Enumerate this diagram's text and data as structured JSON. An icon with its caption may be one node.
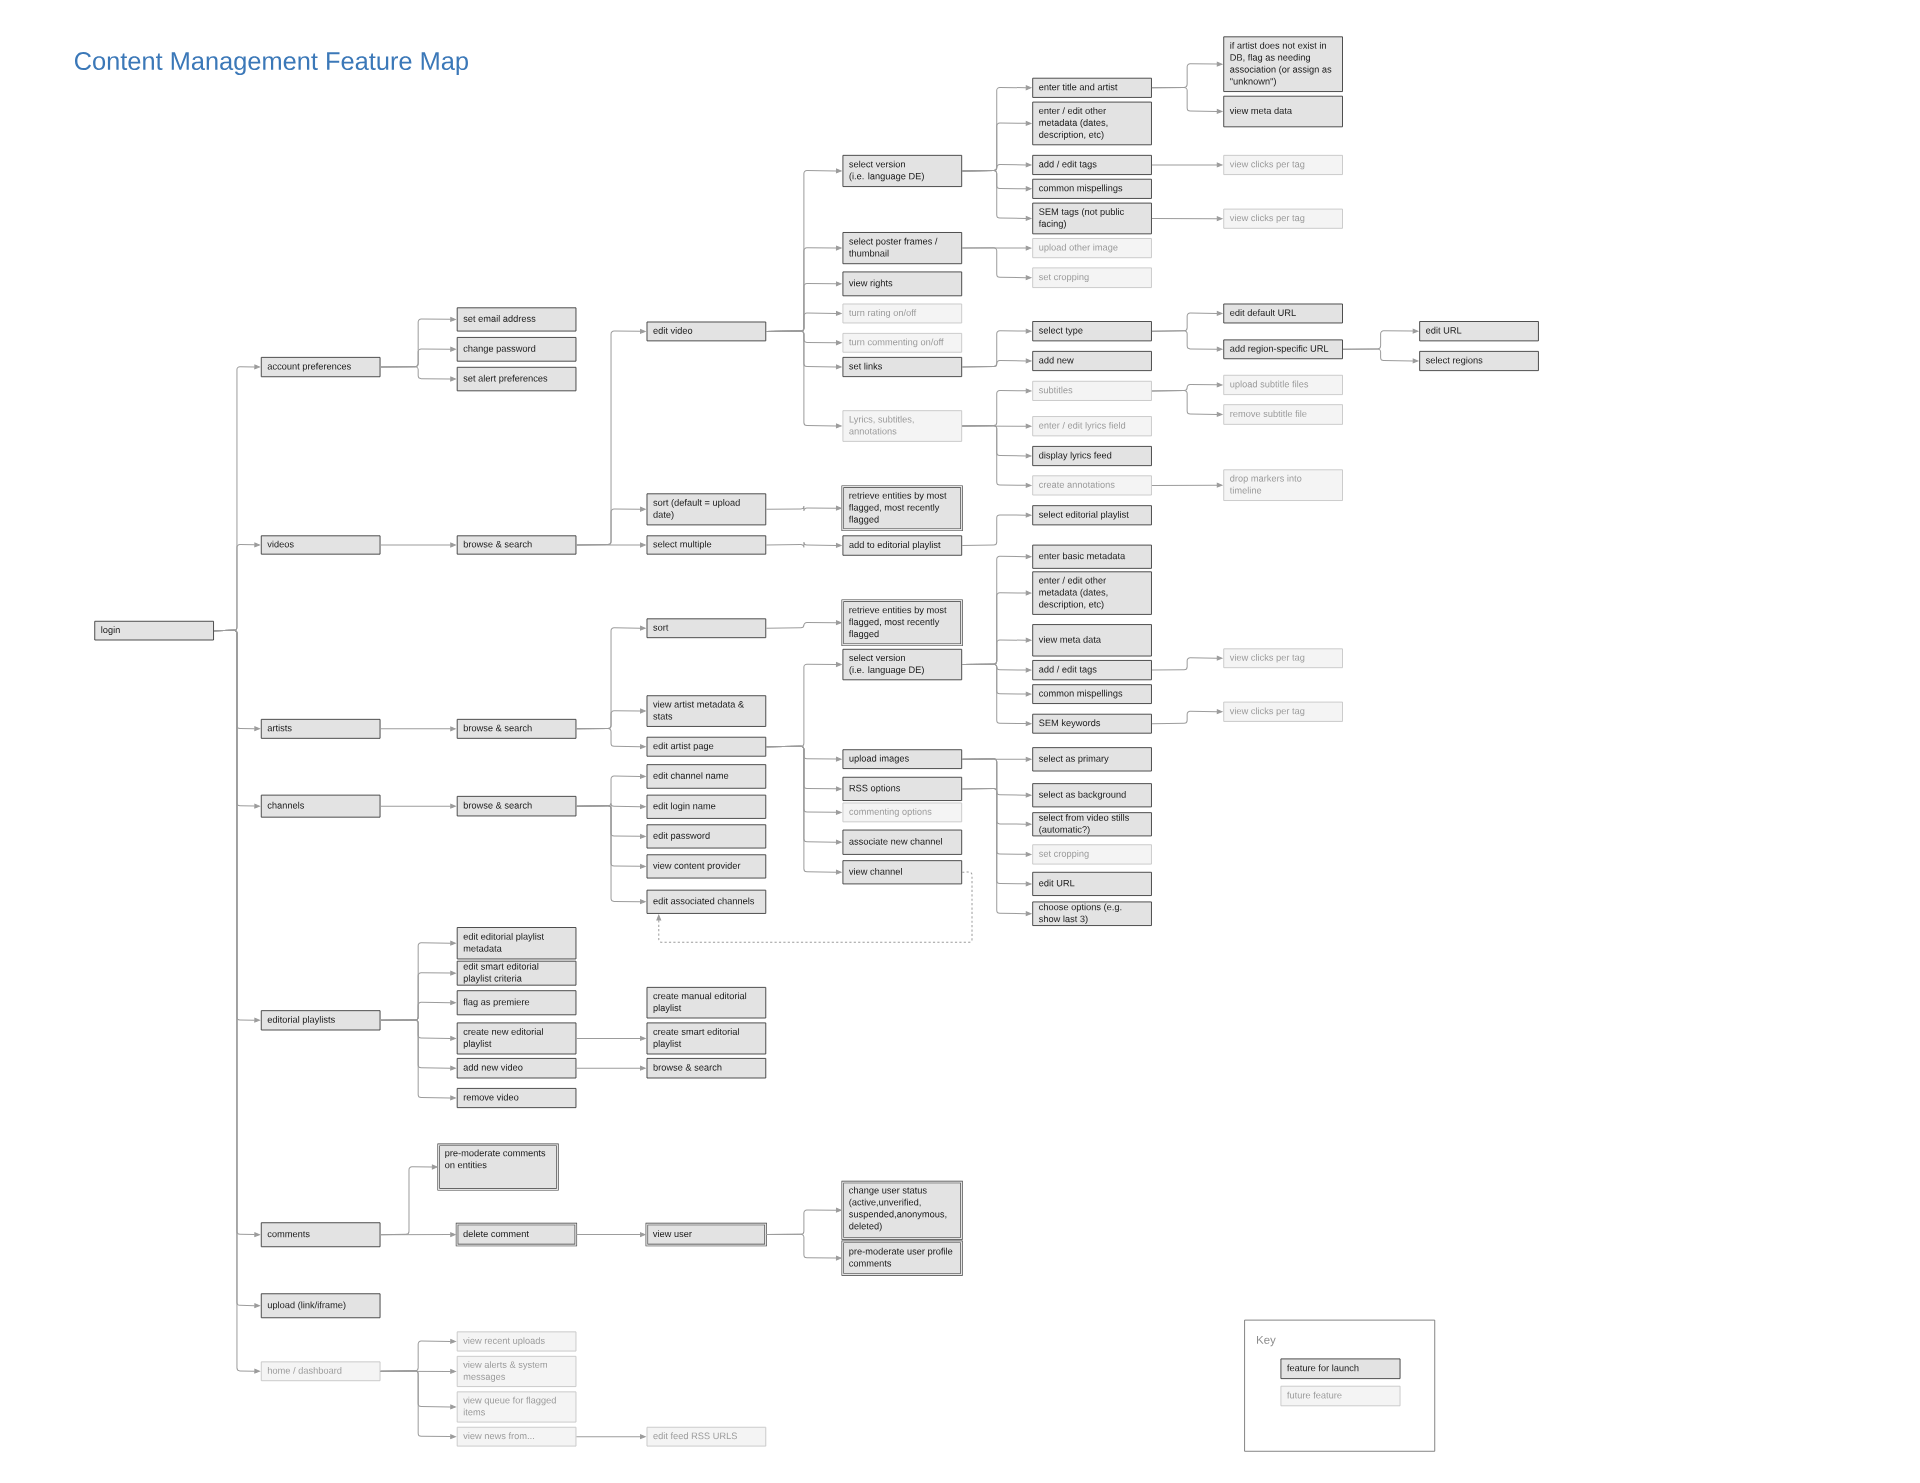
{
  "diagram": {
    "title": "Content Management Feature Map",
    "nodes": [
      {
        "text": [
          "login"
        ]
      },
      {
        "text": [
          "account preferences"
        ]
      },
      {
        "text": [
          "set email address"
        ]
      },
      {
        "text": [
          "change password"
        ]
      },
      {
        "text": [
          "set alert preferences"
        ]
      },
      {
        "text": [
          "videos"
        ]
      },
      {
        "text": [
          "browse & search"
        ]
      },
      {
        "text": [
          "edit video"
        ]
      },
      {
        "text": [
          "select version",
          "(i.e. language DE)"
        ]
      },
      {
        "text": [
          "enter title and artist"
        ]
      },
      {
        "text": [
          "if artist does not exist in DB, flag as needing association (or assign as \"unknown\")"
        ]
      },
      {
        "text": [
          "view meta data"
        ]
      },
      {
        "text": [
          "enter / edit other metadata (dates, description, etc)"
        ]
      },
      {
        "text": [
          "add / edit tags"
        ]
      },
      {
        "text": [
          "view clicks per tag"
        ]
      },
      {
        "text": [
          "common mispellings"
        ]
      },
      {
        "text": [
          "SEM tags (not public facing)"
        ]
      },
      {
        "text": [
          "view clicks per tag"
        ]
      },
      {
        "text": [
          "select poster frames / thumbnail"
        ]
      },
      {
        "text": [
          "upload other image"
        ]
      },
      {
        "text": [
          "set cropping"
        ]
      },
      {
        "text": [
          "view rights"
        ]
      },
      {
        "text": [
          "turn rating on/off"
        ]
      },
      {
        "text": [
          "turn commenting on/off"
        ]
      },
      {
        "text": [
          "set links"
        ]
      },
      {
        "text": [
          "select type"
        ]
      },
      {
        "text": [
          "edit default URL"
        ]
      },
      {
        "text": [
          "add region-specific URL"
        ]
      },
      {
        "text": [
          "edit URL"
        ]
      },
      {
        "text": [
          "select regions"
        ]
      },
      {
        "text": [
          "add new"
        ]
      },
      {
        "text": [
          "Lyrics, subtitles, annotations"
        ]
      },
      {
        "text": [
          "subtitles"
        ]
      },
      {
        "text": [
          "upload subtitle files"
        ]
      },
      {
        "text": [
          "remove subtitle file"
        ]
      },
      {
        "text": [
          "enter / edit lyrics field"
        ]
      },
      {
        "text": [
          "display lyrics feed"
        ]
      },
      {
        "text": [
          "create annotations"
        ]
      },
      {
        "text": [
          "drop markers into timeline"
        ]
      },
      {
        "text": [
          "sort (default = upload date)"
        ]
      },
      {
        "text": [
          "retrieve entities by most flagged, most recently flagged"
        ]
      },
      {
        "text": [
          "select multiple"
        ]
      },
      {
        "text": [
          "add to editorial playlist"
        ]
      },
      {
        "text": [
          "select editorial playlist"
        ]
      },
      {
        "text": [
          "artists"
        ]
      },
      {
        "text": [
          "browse & search"
        ]
      },
      {
        "text": [
          "sort"
        ]
      },
      {
        "text": [
          "retrieve entities by most flagged, most recently flagged"
        ]
      },
      {
        "text": [
          "view artist metadata & stats"
        ]
      },
      {
        "text": [
          "edit artist page"
        ]
      },
      {
        "text": [
          "select version",
          "(i.e. language DE)"
        ]
      },
      {
        "text": [
          "enter basic metadata"
        ]
      },
      {
        "text": [
          "enter / edit other metadata (dates, description, etc)"
        ]
      },
      {
        "text": [
          "view meta data"
        ]
      },
      {
        "text": [
          "add / edit tags"
        ]
      },
      {
        "text": [
          "view clicks per tag"
        ]
      },
      {
        "text": [
          "common mispellings"
        ]
      },
      {
        "text": [
          "view clicks per tag"
        ]
      },
      {
        "text": [
          "SEM keywords"
        ]
      },
      {
        "text": [
          "upload images"
        ]
      },
      {
        "text": [
          "select as primary"
        ]
      },
      {
        "text": [
          "select as background"
        ]
      },
      {
        "text": [
          "select from video stills (automatic?)"
        ]
      },
      {
        "text": [
          "set cropping"
        ]
      },
      {
        "text": [
          "RSS options"
        ]
      },
      {
        "text": [
          "edit URL"
        ]
      },
      {
        "text": [
          "choose options (e.g. show last 3)"
        ]
      },
      {
        "text": [
          "commenting options"
        ]
      },
      {
        "text": [
          "associate new channel"
        ]
      },
      {
        "text": [
          "view channel"
        ]
      },
      {
        "text": [
          "channels"
        ]
      },
      {
        "text": [
          "browse & search"
        ]
      },
      {
        "text": [
          "edit channel name"
        ]
      },
      {
        "text": [
          "edit login name"
        ]
      },
      {
        "text": [
          "edit password"
        ]
      },
      {
        "text": [
          "view content provider"
        ]
      },
      {
        "text": [
          "edit associated channels"
        ]
      },
      {
        "text": [
          "editorial playlists"
        ]
      },
      {
        "text": [
          "edit editorial playlist metadata"
        ]
      },
      {
        "text": [
          "edit smart editorial playlist criteria"
        ]
      },
      {
        "text": [
          "flag as premiere"
        ]
      },
      {
        "text": [
          "create new editorial playlist"
        ]
      },
      {
        "text": [
          "create manual editorial playlist"
        ]
      },
      {
        "text": [
          "create smart editorial playlist"
        ]
      },
      {
        "text": [
          "add new video"
        ]
      },
      {
        "text": [
          "browse & search"
        ]
      },
      {
        "text": [
          "remove video"
        ]
      },
      {
        "text": [
          "comments"
        ]
      },
      {
        "text": [
          "pre-moderate comments on entities"
        ]
      },
      {
        "text": [
          "delete comment"
        ]
      },
      {
        "text": [
          "view user"
        ]
      },
      {
        "text": [
          "change user status (active,unverified,suspended,anonymous,deleted)"
        ]
      },
      {
        "text": [
          "pre-moderate user profile comments"
        ]
      },
      {
        "text": [
          "upload (link/iframe)"
        ]
      },
      {
        "text": [
          "home / dashboard"
        ]
      },
      {
        "text": [
          "view recent uploads"
        ]
      },
      {
        "text": [
          "view alerts & system messages"
        ]
      },
      {
        "text": [
          "view queue for flagged items"
        ]
      },
      {
        "text": [
          "view news from..."
        ]
      },
      {
        "text": [
          "edit feed RSS URLS"
        ]
      }
    ],
    "edges": [
      {
        "from": 0,
        "to": 1,
        "arrow": "to"
      },
      {
        "from": 0,
        "to": 5,
        "arrow": "to"
      },
      {
        "from": 0,
        "to": 44,
        "arrow": "to"
      },
      {
        "from": 0,
        "to": 70,
        "arrow": "to"
      },
      {
        "from": 0,
        "to": 77,
        "arrow": "to"
      },
      {
        "from": 0,
        "to": 87,
        "arrow": "to"
      },
      {
        "from": 0,
        "to": 93,
        "arrow": "to"
      },
      {
        "from": 0,
        "to": 94,
        "arrow": "to"
      },
      {
        "from": 1,
        "to": 2,
        "arrow": "to"
      },
      {
        "from": 1,
        "to": 3,
        "arrow": "to"
      },
      {
        "from": 1,
        "to": 4,
        "arrow": "to"
      },
      {
        "from": 5,
        "to": 6,
        "arrow": "to"
      },
      {
        "from": 6,
        "to": 7,
        "arrow": "to"
      },
      {
        "from": 6,
        "to": 39,
        "arrow": "to"
      },
      {
        "from": 6,
        "to": 41,
        "arrow": "to"
      },
      {
        "from": 7,
        "to": 8,
        "arrow": "to"
      },
      {
        "from": 7,
        "to": 18,
        "arrow": "to"
      },
      {
        "from": 7,
        "to": 21,
        "arrow": "to"
      },
      {
        "from": 7,
        "to": 22,
        "arrow": "to"
      },
      {
        "from": 7,
        "to": 23,
        "arrow": "to"
      },
      {
        "from": 7,
        "to": 24,
        "arrow": "to"
      },
      {
        "from": 7,
        "to": 31,
        "arrow": "to"
      },
      {
        "from": 8,
        "to": 9,
        "arrow": "to"
      },
      {
        "from": 8,
        "to": 12,
        "arrow": "to"
      },
      {
        "from": 8,
        "to": 13,
        "arrow": "to"
      },
      {
        "from": 8,
        "to": 15,
        "arrow": "to"
      },
      {
        "from": 8,
        "to": 16,
        "arrow": "to"
      },
      {
        "from": 9,
        "to": 10,
        "arrow": "to"
      },
      {
        "from": 9,
        "to": 11,
        "arrow": "to"
      },
      {
        "from": 13,
        "to": 14,
        "arrow": "to"
      },
      {
        "from": 16,
        "to": 17,
        "arrow": "to"
      },
      {
        "from": 18,
        "to": 19,
        "arrow": "to"
      },
      {
        "from": 18,
        "to": 20,
        "arrow": "to"
      },
      {
        "from": 24,
        "to": 25,
        "arrow": "to"
      },
      {
        "from": 24,
        "to": 30,
        "arrow": "to"
      },
      {
        "from": 25,
        "to": 26,
        "arrow": "to"
      },
      {
        "from": 25,
        "to": 27,
        "arrow": "to"
      },
      {
        "from": 27,
        "to": 28,
        "arrow": "to"
      },
      {
        "from": 27,
        "to": 29,
        "arrow": "to"
      },
      {
        "from": 31,
        "to": 32,
        "arrow": "to"
      },
      {
        "from": 31,
        "to": 35,
        "arrow": "to"
      },
      {
        "from": 31,
        "to": 36,
        "arrow": "to"
      },
      {
        "from": 31,
        "to": 37,
        "arrow": "to"
      },
      {
        "from": 32,
        "to": 33,
        "arrow": "to"
      },
      {
        "from": 32,
        "to": 34,
        "arrow": "to"
      },
      {
        "from": 37,
        "to": 38,
        "arrow": "to"
      },
      {
        "from": 39,
        "to": 40,
        "arrow": "to"
      },
      {
        "from": 41,
        "to": 42,
        "arrow": "to"
      },
      {
        "from": 42,
        "to": 43,
        "arrow": "to"
      },
      {
        "from": 44,
        "to": 45,
        "arrow": "to"
      },
      {
        "from": 45,
        "to": 46,
        "arrow": "to"
      },
      {
        "from": 45,
        "to": 48,
        "arrow": "to"
      },
      {
        "from": 45,
        "to": 49,
        "arrow": "to"
      },
      {
        "from": 46,
        "to": 47,
        "arrow": "to"
      },
      {
        "from": 49,
        "to": 50,
        "arrow": "to"
      },
      {
        "from": 49,
        "to": 59,
        "arrow": "to"
      },
      {
        "from": 49,
        "to": 64,
        "arrow": "to"
      },
      {
        "from": 49,
        "to": 67,
        "arrow": "to"
      },
      {
        "from": 49,
        "to": 68,
        "arrow": "to"
      },
      {
        "from": 49,
        "to": 69,
        "arrow": "to"
      },
      {
        "from": 50,
        "to": 51,
        "arrow": "to"
      },
      {
        "from": 50,
        "to": 52,
        "arrow": "to"
      },
      {
        "from": 50,
        "to": 53,
        "arrow": "to"
      },
      {
        "from": 50,
        "to": 54,
        "arrow": "to"
      },
      {
        "from": 50,
        "to": 56,
        "arrow": "to"
      },
      {
        "from": 50,
        "to": 58,
        "arrow": "to"
      },
      {
        "from": 54,
        "to": 55,
        "arrow": "to"
      },
      {
        "from": 58,
        "to": 57,
        "arrow": "to"
      },
      {
        "from": 59,
        "to": 60,
        "arrow": "to"
      },
      {
        "from": 59,
        "to": 61,
        "arrow": "to"
      },
      {
        "from": 59,
        "to": 62,
        "arrow": "to"
      },
      {
        "from": 59,
        "to": 63,
        "arrow": "to"
      },
      {
        "from": 64,
        "to": 65,
        "arrow": "to"
      },
      {
        "from": 64,
        "to": 66,
        "arrow": "to"
      },
      {
        "from": 69,
        "to": 76,
        "arrow": "to",
        "style": "dashed"
      },
      {
        "from": 70,
        "to": 71,
        "arrow": "to"
      },
      {
        "from": 71,
        "to": 72,
        "arrow": "to"
      },
      {
        "from": 71,
        "to": 73,
        "arrow": "to"
      },
      {
        "from": 71,
        "to": 74,
        "arrow": "to"
      },
      {
        "from": 71,
        "to": 75,
        "arrow": "to"
      },
      {
        "from": 71,
        "to": 76,
        "arrow": "to"
      },
      {
        "from": 77,
        "to": 78,
        "arrow": "to"
      },
      {
        "from": 77,
        "to": 79,
        "arrow": "to"
      },
      {
        "from": 77,
        "to": 80,
        "arrow": "to"
      },
      {
        "from": 77,
        "to": 81,
        "arrow": "to"
      },
      {
        "from": 77,
        "to": 84,
        "arrow": "to"
      },
      {
        "from": 77,
        "to": 86,
        "arrow": "to"
      },
      {
        "from": 81,
        "to": 83,
        "arrow": "to"
      },
      {
        "from": 84,
        "to": 85,
        "arrow": "to"
      },
      {
        "from": 87,
        "to": 88,
        "arrow": "to"
      },
      {
        "from": 87,
        "to": 89,
        "arrow": "to"
      },
      {
        "from": 89,
        "to": 90,
        "arrow": "to"
      },
      {
        "from": 90,
        "to": 91,
        "arrow": "to"
      },
      {
        "from": 90,
        "to": 92,
        "arrow": "to"
      },
      {
        "from": 94,
        "to": 95,
        "arrow": "to"
      },
      {
        "from": 94,
        "to": 96,
        "arrow": "to"
      },
      {
        "from": 94,
        "to": 97,
        "arrow": "to"
      },
      {
        "from": 94,
        "to": 98,
        "arrow": "to"
      },
      {
        "from": 98,
        "to": 99,
        "arrow": "to"
      }
    ],
    "labels": [
      "Key"
    ],
    "legend": [
      {
        "text": "feature for launch",
        "color": "#e3e3e3"
      },
      {
        "text": "future feature",
        "color": "#f4f4f4"
      }
    ]
  }
}
